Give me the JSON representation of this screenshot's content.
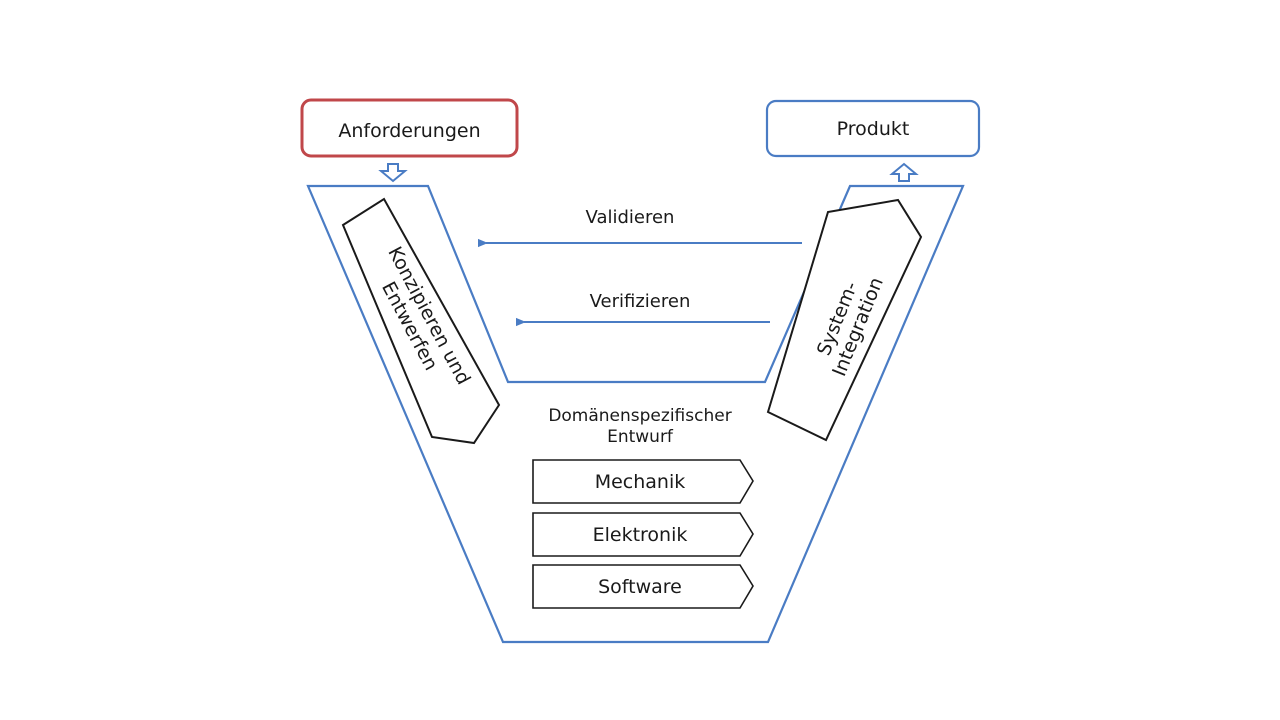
{
  "colors": {
    "blue": "#4a7cc4",
    "red": "#c0474a",
    "black": "#1a1a1a"
  },
  "requirements": {
    "label": "Anforderungen"
  },
  "product": {
    "label": "Produkt"
  },
  "left_phase": {
    "line1": "Konzipieren und",
    "line2": "Entwerfen"
  },
  "right_phase": {
    "line1": "System-",
    "line2": "Integration"
  },
  "validate": {
    "label": "Validieren"
  },
  "verify": {
    "label": "Verifizieren"
  },
  "domain_design": {
    "line1": "Domänenspezifischer",
    "line2": "Entwurf"
  },
  "domains": [
    {
      "label": "Mechanik"
    },
    {
      "label": "Elektronik"
    },
    {
      "label": "Software"
    }
  ]
}
